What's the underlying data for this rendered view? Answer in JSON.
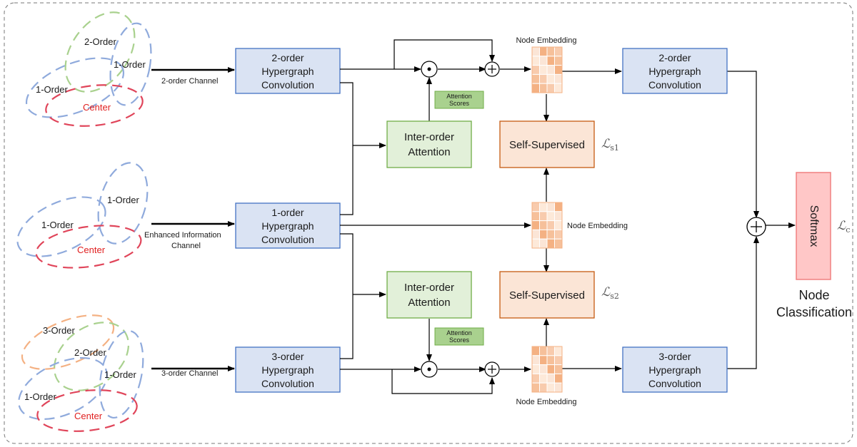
{
  "hypergraphs": {
    "top": {
      "o2": "2-Order",
      "o1a": "1-Order",
      "o1b": "1-Order",
      "center": "Center"
    },
    "middle": {
      "o1a": "1-Order",
      "o1b": "1-Order",
      "center": "Center"
    },
    "bottom": {
      "o3": "3-Order",
      "o2": "2-Order",
      "o1a": "1-Order",
      "o1b": "1-Order",
      "center": "Center"
    }
  },
  "channels": {
    "top": "2-order Channel",
    "middle_line1": "Enhanced Information",
    "middle_line2": "Channel",
    "bottom": "3-order Channel"
  },
  "conv": {
    "c2": [
      "2-order",
      "Hypergraph",
      "Convolution"
    ],
    "c1": [
      "1-order",
      "Hypergraph",
      "Convolution"
    ],
    "c3": [
      "3-order",
      "Hypergraph",
      "Convolution"
    ],
    "r2": [
      "2-order",
      "Hypergraph",
      "Convolution"
    ],
    "r3": [
      "3-order",
      "Hypergraph",
      "Convolution"
    ]
  },
  "attention": {
    "top": [
      "Inter-order",
      "Attention"
    ],
    "bottom": [
      "Inter-order",
      "Attention"
    ],
    "scores_top": [
      "Attention",
      "Scores"
    ],
    "scores_bottom": [
      "Attention",
      "Scores"
    ]
  },
  "embedding": {
    "top": "Node Embedding",
    "middle": "Node Embedding",
    "bottom": "Node Embedding"
  },
  "self_supervised": {
    "top": "Self-Supervised",
    "bottom": "Self-Supervised",
    "loss_top_main": "ℒ",
    "loss_top_sub": "s1",
    "loss_bottom_main": "ℒ",
    "loss_bottom_sub": "s2"
  },
  "softmax": {
    "label": "Softmax",
    "loss_main": "ℒ",
    "loss_sub": "c"
  },
  "output": [
    "Node",
    "Classification"
  ],
  "colors": {
    "conv_fill": "#dae3f3",
    "conv_stroke": "#4472c4",
    "att_fill": "#e2f0d9",
    "att_stroke": "#70ad47",
    "scores_fill": "#a9d18e",
    "ss_fill": "#fbe5d6",
    "ss_stroke": "#c55a11",
    "softmax_fill": "#ffc7c7",
    "softmax_stroke": "#f08080",
    "ellipse_blue": "#8faadc",
    "ellipse_green": "#a9d18e",
    "ellipse_orange": "#f4b183",
    "ellipse_red": "#e0455a",
    "center_text": "#e02020"
  }
}
